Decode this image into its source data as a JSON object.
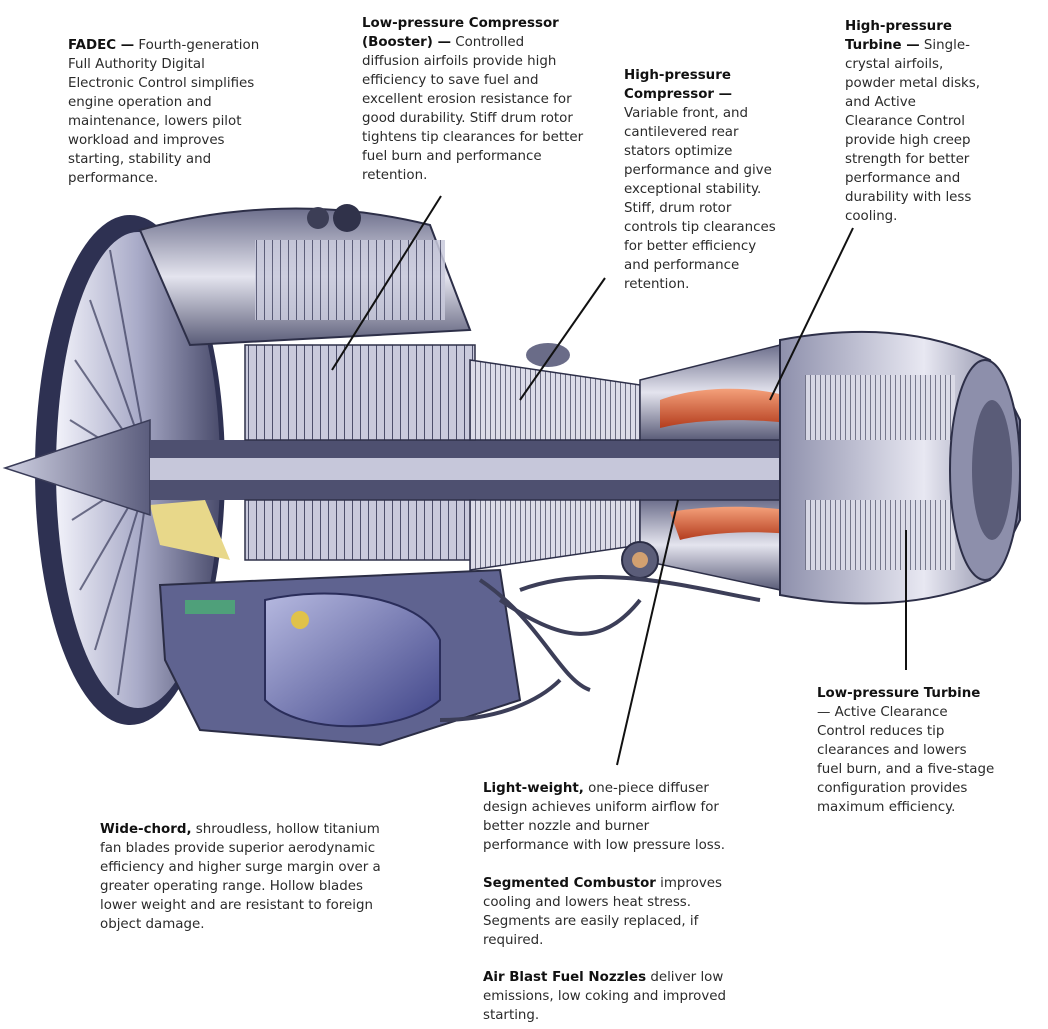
{
  "colors": {
    "text": "#2a2a2a",
    "leader_line": "#111111",
    "metal_light": "#d9d9e6",
    "metal_mid": "#9a9cb4",
    "metal_dark": "#3e3f58",
    "nacelle_blue": "#6f75b4",
    "combustor_orange": "#d9633a",
    "fan_yellow": "#e8d88a"
  },
  "illustration": {
    "subject": "engine-cutaway-illustration"
  },
  "callouts": {
    "fadec": {
      "title": "FADEC —",
      "lines": [
        " Fourth-generation",
        "Full Authority Digital",
        "Electronic Control simplifies",
        "engine operation and",
        "maintenance, lowers pilot",
        "workload and improves",
        "starting, stability and",
        "performance."
      ]
    },
    "lp_compressor": {
      "title_lines": [
        "Low-pressure Compressor",
        "(Booster) —"
      ],
      "lines": [
        " Controlled",
        "diffusion airfoils provide high",
        "efficiency to save fuel and",
        "excellent erosion resistance for",
        "good durability. Stiff drum rotor",
        "tightens tip clearances for better",
        "fuel burn and performance",
        "retention."
      ]
    },
    "hp_compressor": {
      "title_lines": [
        "High-pressure",
        "Compressor —"
      ],
      "lines": [
        "Variable front, and",
        "cantilevered rear",
        "stators optimize",
        "performance and give",
        "exceptional stability.",
        "Stiff, drum rotor",
        "controls tip clearances",
        "for better efficiency",
        "and performance",
        "retention."
      ]
    },
    "hp_turbine": {
      "title_lines": [
        "High-pressure",
        "Turbine —"
      ],
      "lines": [
        " Single-",
        "crystal airfoils,",
        "powder metal disks,",
        "and Active",
        "Clearance Control",
        "provide high creep",
        "strength for better",
        "performance and",
        "durability with less",
        "cooling."
      ]
    },
    "lp_turbine": {
      "title": "Low-pressure Turbine",
      "lines": [
        "— Active Clearance",
        "Control reduces tip",
        "clearances and lowers",
        "fuel burn, and a five-stage",
        "configuration provides",
        "maximum efficiency."
      ]
    },
    "wide_chord": {
      "title": "Wide-chord,",
      "lines": [
        " shroudless, hollow titanium",
        "fan blades provide superior aerodynamic",
        "efficiency and higher surge margin over a",
        "greater operating range. Hollow blades",
        "lower weight and are resistant to foreign",
        "object damage."
      ]
    },
    "light_weight": {
      "title": "Light-weight,",
      "lines": [
        " one-piece diffuser",
        "design achieves uniform airflow for",
        "better nozzle and burner",
        "performance with low pressure loss."
      ]
    },
    "segmented_combustor": {
      "title": "Segmented Combustor",
      "lines": [
        " improves",
        "cooling and lowers heat stress.",
        "Segments are easily replaced, if",
        "required."
      ]
    },
    "air_blast": {
      "title": "Air Blast Fuel Nozzles",
      "lines": [
        " deliver low",
        "emissions, low coking and improved",
        "starting."
      ]
    }
  }
}
